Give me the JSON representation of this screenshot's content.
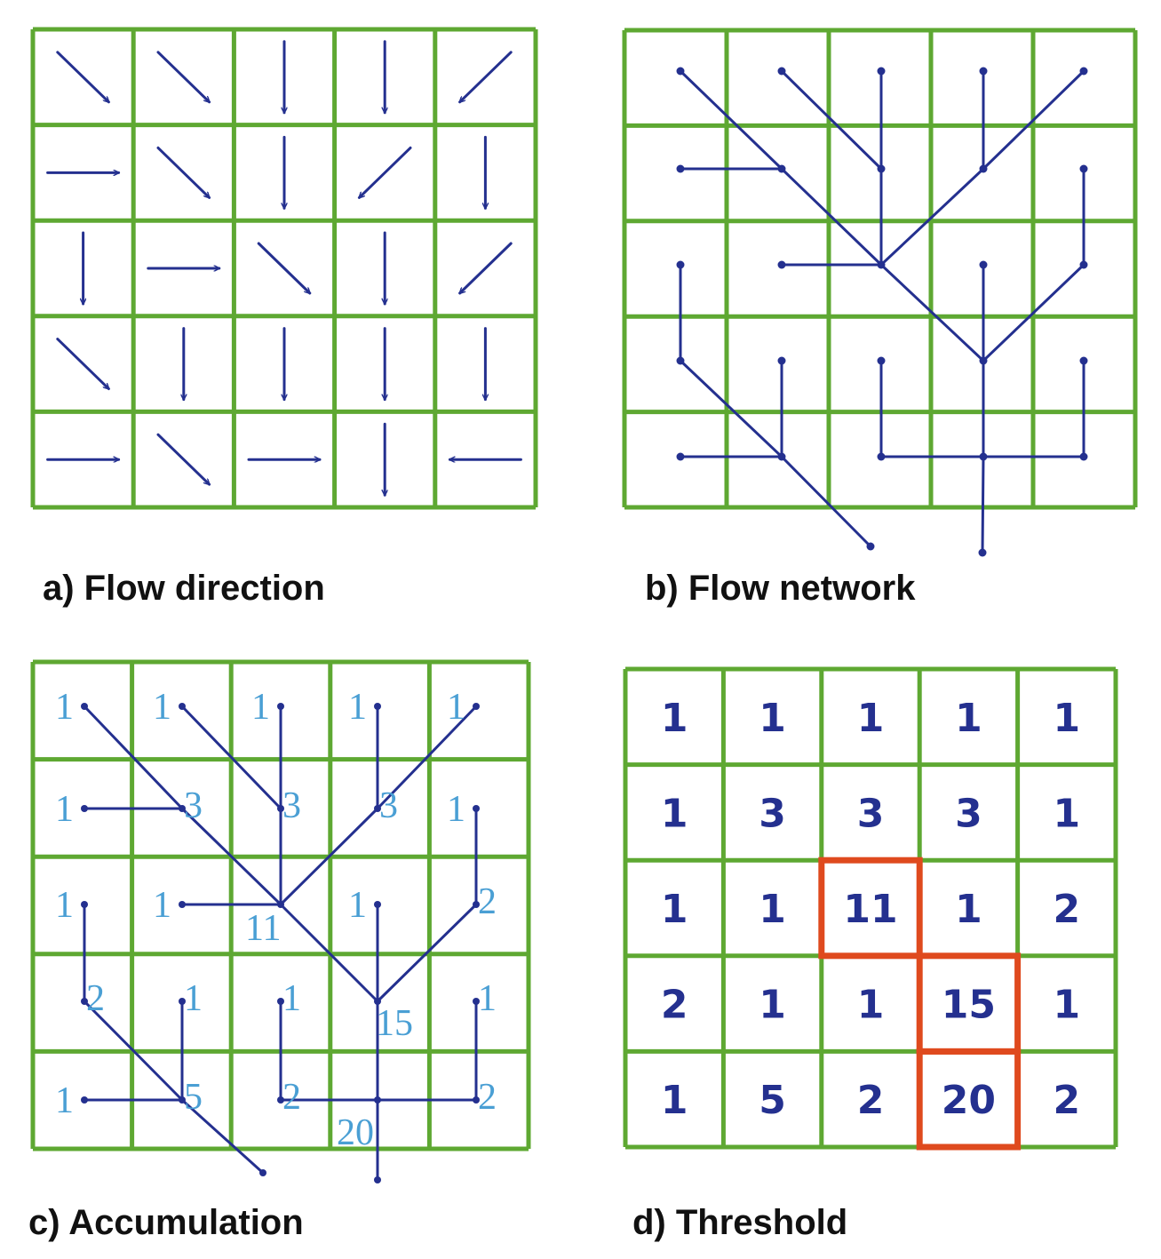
{
  "colors": {
    "grid": "#5ea832",
    "network": "#24308f",
    "accumulation_text": "#4a9fd4",
    "threshold_text": "#24308f",
    "highlight": "#df4a1e",
    "caption": "#111111"
  },
  "panels": {
    "a": {
      "caption": "a) Flow direction",
      "directions": [
        [
          "SE",
          "SE",
          "S",
          "S",
          "SW"
        ],
        [
          "E",
          "SE",
          "S",
          "SW",
          "S"
        ],
        [
          "S",
          "E",
          "SE",
          "S",
          "SW"
        ],
        [
          "SE",
          "S",
          "S",
          "S",
          "S"
        ],
        [
          "E",
          "SE",
          "E",
          "S",
          "W"
        ]
      ]
    },
    "b": {
      "caption": "b) Flow network"
    },
    "c": {
      "caption": "c) Accumulation",
      "labels": [
        [
          "1",
          "1",
          "1",
          "1",
          "1"
        ],
        [
          "1",
          "3",
          "3",
          "3",
          "1"
        ],
        [
          "1",
          "1",
          "11",
          "1",
          "2"
        ],
        [
          "2",
          "1",
          "1",
          "15",
          "1"
        ],
        [
          "1",
          "5",
          "2",
          "20",
          "2"
        ]
      ]
    },
    "d": {
      "caption": "d) Threshold",
      "values": [
        [
          "1",
          "1",
          "1",
          "1",
          "1"
        ],
        [
          "1",
          "3",
          "3",
          "3",
          "1"
        ],
        [
          "1",
          "1",
          "11",
          "1",
          "2"
        ],
        [
          "2",
          "1",
          "1",
          "15",
          "1"
        ],
        [
          "1",
          "5",
          "2",
          "20",
          "2"
        ]
      ],
      "highlighted_cells": [
        [
          2,
          2
        ],
        [
          3,
          3
        ],
        [
          4,
          3
        ]
      ]
    }
  }
}
